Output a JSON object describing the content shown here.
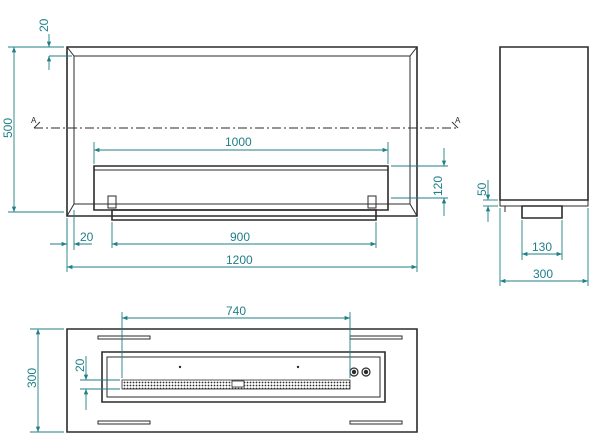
{
  "dimensions": {
    "top_margin": "20",
    "overall_height": "500",
    "burner_width": "1000",
    "burner_height": "120",
    "bottom_gap": "20",
    "inner_width": "900",
    "overall_width": "1200",
    "side_step": "50",
    "side_base": "130",
    "overall_depth": "300",
    "top_view_width": "740",
    "top_view_depth": "300",
    "top_view_gap": "20"
  },
  "section": {
    "left_label": "A",
    "right_label": "A"
  },
  "colors": {
    "outline": "#2b2b2b",
    "dimension": "#1f7f86"
  }
}
